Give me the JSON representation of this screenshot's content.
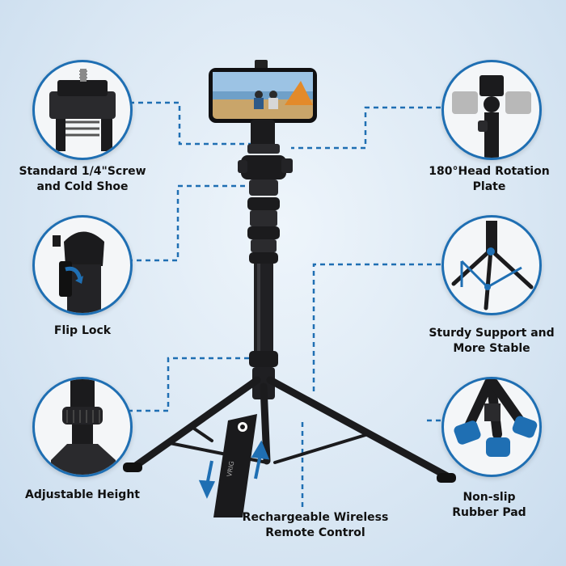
{
  "features": {
    "screw": {
      "line1": "Standard 1/4\"Screw",
      "line2": "and Cold Shoe"
    },
    "head": {
      "line1": "180°Head Rotation",
      "line2": "Plate"
    },
    "fliplock": {
      "line1": "Flip Lock"
    },
    "support": {
      "line1": "Sturdy Support and",
      "line2": "More Stable"
    },
    "height": {
      "line1": "Adjustable Height"
    },
    "pad": {
      "line1": "Non-slip",
      "line2": "Rubber Pad"
    },
    "remote": {
      "line1": "Rechargeable Wireless",
      "line2": "Remote Control"
    }
  },
  "colors": {
    "accent": "#1f6fb3",
    "product": "#1b1b1d",
    "background": "#dbe8f4"
  }
}
